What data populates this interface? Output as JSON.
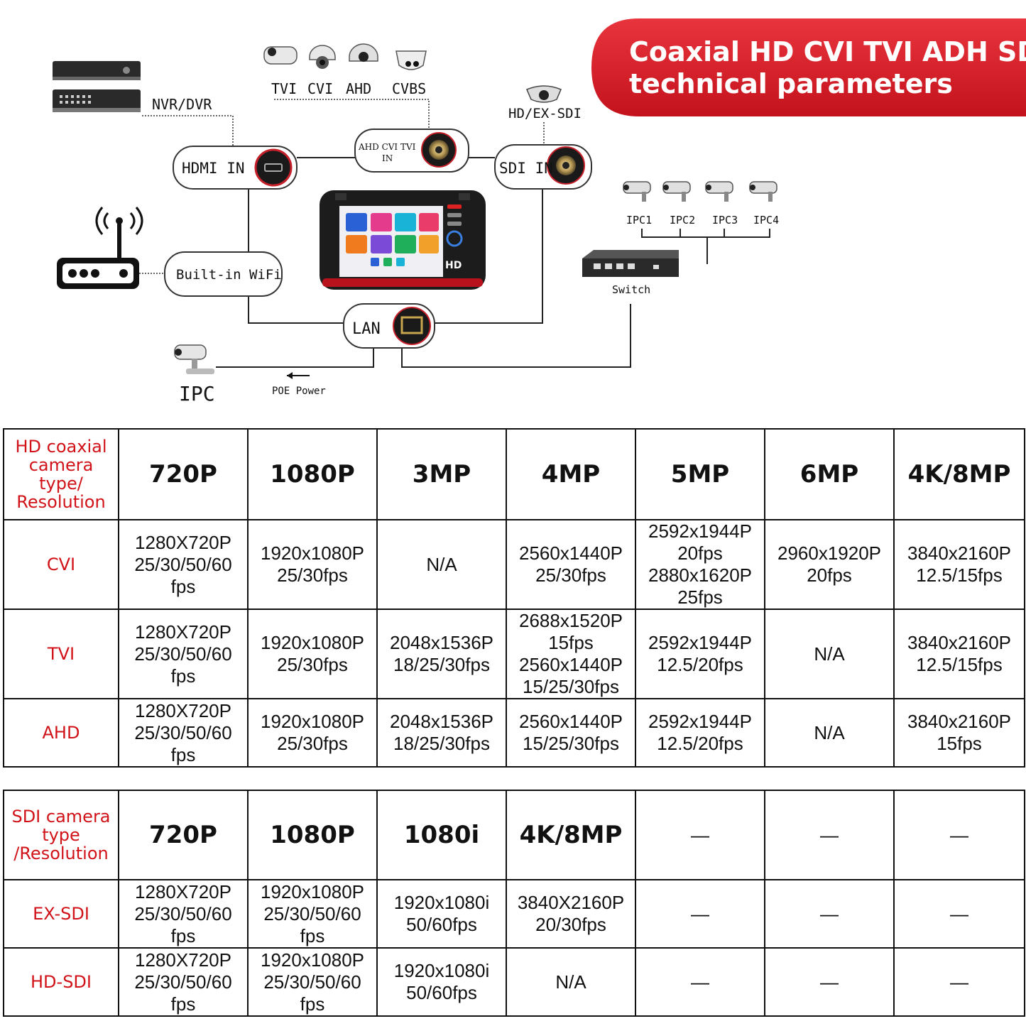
{
  "banner": {
    "line1": "Coaxial HD CVI TVI ADH SDI",
    "line2": "technical parameters",
    "color": "#d81e2a"
  },
  "diagram": {
    "nvr_label": "NVR/DVR",
    "camera_types": [
      "TVI",
      "CVI",
      "AHD",
      "CVBS"
    ],
    "hdmi_label": "HDMI IN",
    "coax_label_1": "AHD CVI TVI",
    "coax_label_2": "IN",
    "sdi_label": "SDI IN",
    "sdi_camera_label": "HD/EX-SDI",
    "wifi_label": "Built-in WiFi",
    "lan_label": "LAN",
    "ipc_labels": [
      "IPC1",
      "IPC2",
      "IPC3",
      "IPC4"
    ],
    "switch_label": "Switch",
    "ipc_label": "IPC",
    "poe_label": "POE Power",
    "device_hd": "HD"
  },
  "coax_table": {
    "corner": [
      "HD coaxial",
      "camera",
      "type/",
      "Resolution"
    ],
    "headers": [
      "720P",
      "1080P",
      "3MP",
      "4MP",
      "5MP",
      "6MP",
      "4K/8MP"
    ],
    "rows": [
      {
        "name": "CVI",
        "cells": [
          [
            "1280X720P",
            "25/30/50/60",
            "fps"
          ],
          [
            "1920x1080P",
            "25/30fps"
          ],
          [
            "N/A"
          ],
          [
            "2560x1440P",
            "25/30fps"
          ],
          [
            "2592x1944P",
            "20fps",
            "2880x1620P",
            "25fps"
          ],
          [
            "2960x1920P",
            "20fps"
          ],
          [
            "3840x2160P",
            "12.5/15fps"
          ]
        ]
      },
      {
        "name": "TVI",
        "cells": [
          [
            "1280X720P",
            "25/30/50/60",
            "fps"
          ],
          [
            "1920x1080P",
            "25/30fps"
          ],
          [
            "2048x1536P",
            "18/25/30fps"
          ],
          [
            "2688x1520P",
            "15fps",
            "2560x1440P",
            "15/25/30fps"
          ],
          [
            "2592x1944P",
            "12.5/20fps"
          ],
          [
            "N/A"
          ],
          [
            "3840x2160P",
            "12.5/15fps"
          ]
        ]
      },
      {
        "name": "AHD",
        "cells": [
          [
            "1280X720P",
            "25/30/50/60",
            "fps"
          ],
          [
            "1920x1080P",
            "25/30fps"
          ],
          [
            "2048x1536P",
            "18/25/30fps"
          ],
          [
            "2560x1440P",
            "15/25/30fps"
          ],
          [
            "2592x1944P",
            "12.5/20fps"
          ],
          [
            "N/A"
          ],
          [
            "3840x2160P",
            "15fps"
          ]
        ]
      }
    ]
  },
  "sdi_table": {
    "corner": [
      "SDI camera",
      "type",
      "/Resolution"
    ],
    "headers": [
      "720P",
      "1080P",
      "1080i",
      "4K/8MP",
      "—",
      "—",
      "—"
    ],
    "rows": [
      {
        "name": "EX-SDI",
        "cells": [
          [
            "1280X720P",
            "25/30/50/60",
            "fps"
          ],
          [
            "1920x1080P",
            "25/30/50/60",
            "fps"
          ],
          [
            "1920x1080i",
            "50/60fps"
          ],
          [
            "3840X2160P",
            "20/30fps"
          ],
          [
            "—"
          ],
          [
            "—"
          ],
          [
            "—"
          ]
        ]
      },
      {
        "name": "HD-SDI",
        "cells": [
          [
            "1280X720P",
            "25/30/50/60",
            "fps"
          ],
          [
            "1920x1080P",
            "25/30/50/60",
            "fps"
          ],
          [
            "1920x1080i",
            "50/60fps"
          ],
          [
            "N/A"
          ],
          [
            "—"
          ],
          [
            "—"
          ],
          [
            "—"
          ]
        ]
      }
    ]
  }
}
